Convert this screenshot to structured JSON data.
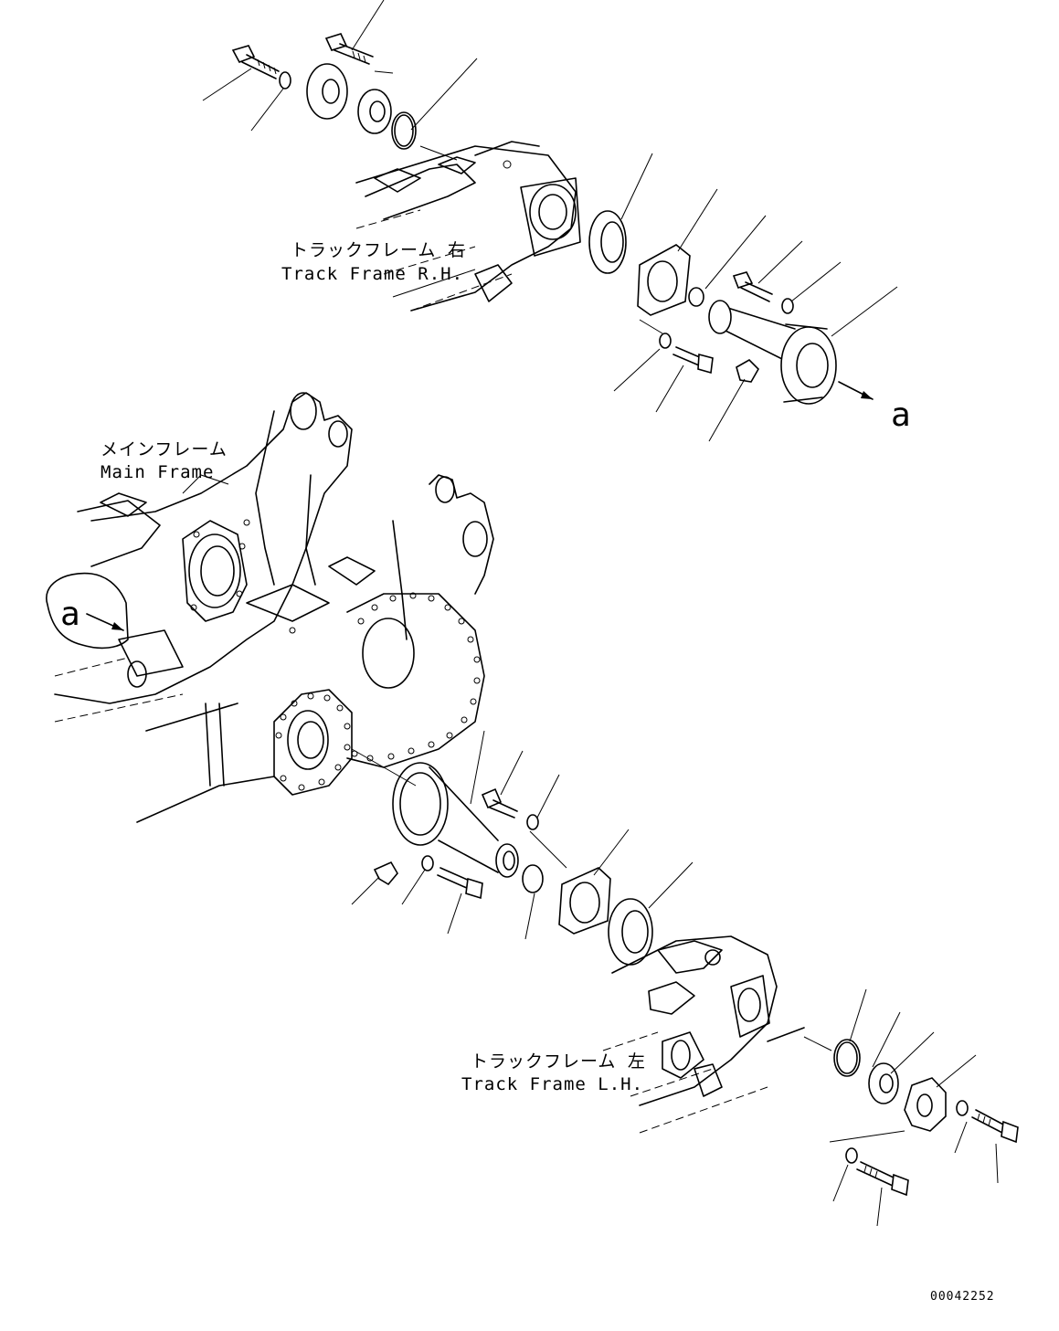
{
  "labels": {
    "track_frame_rh_jp": "トラックフレーム 右",
    "track_frame_rh_en": "Track Frame R.H.",
    "main_frame_jp": "メインフレーム",
    "main_frame_en": "Main Frame",
    "track_frame_lh_jp": "トラックフレーム 左",
    "track_frame_lh_en": "Track Frame L.H."
  },
  "reference_letter": "a",
  "drawing_code": "00042252"
}
